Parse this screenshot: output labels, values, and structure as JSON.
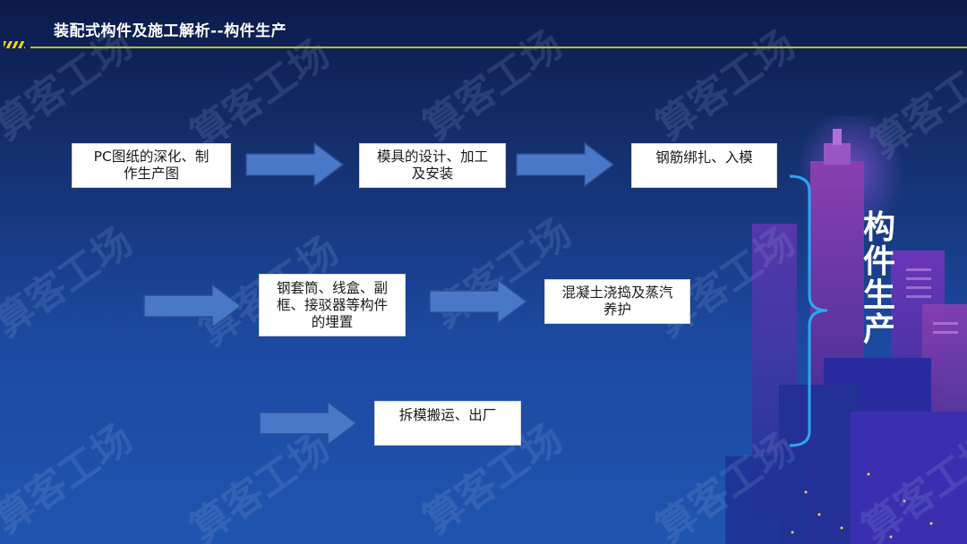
{
  "header": {
    "title": "装配式构件及施工解析--构件生产"
  },
  "watermark": "算客工场",
  "flow": {
    "step1": {
      "line1": "PC图纸的深化、制",
      "line2": "作生产图"
    },
    "step2": {
      "line1": "模具的设计、加工",
      "line2": "及安装"
    },
    "step3": {
      "line1": "钢筋绑扎、入模"
    },
    "step4": {
      "line1": "钢套筒、线盒、副",
      "line2": "框、接驳器等构件",
      "line3": "的埋置"
    },
    "step5": {
      "line1": "混凝土浇捣及蒸汽",
      "line2": "养护"
    },
    "step6": {
      "line1": "拆模搬运、出厂"
    }
  },
  "side_label": {
    "chars": [
      "构",
      "件",
      "生",
      "产"
    ]
  },
  "colors": {
    "arrow_fill": "#4a78c8",
    "arrow_stroke": "#2c4f96",
    "bracket": "#29a8f0",
    "accent_rule": "#b8c01c"
  }
}
